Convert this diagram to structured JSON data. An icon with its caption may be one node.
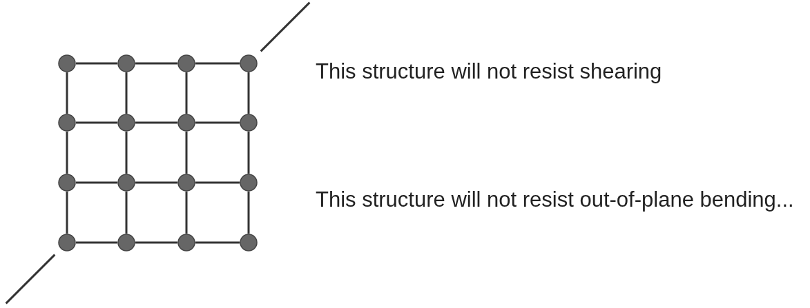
{
  "diagram": {
    "nodes": [
      {
        "text": [],
        "shape": "circle"
      },
      {
        "text": [],
        "shape": "circle"
      },
      {
        "text": [],
        "shape": "circle"
      },
      {
        "text": [],
        "shape": "circle"
      },
      {
        "text": [],
        "shape": "circle"
      },
      {
        "text": [],
        "shape": "circle"
      },
      {
        "text": [],
        "shape": "circle"
      },
      {
        "text": [],
        "shape": "circle"
      },
      {
        "text": [],
        "shape": "circle"
      },
      {
        "text": [],
        "shape": "circle"
      },
      {
        "text": [],
        "shape": "circle"
      },
      {
        "text": [],
        "shape": "circle"
      },
      {
        "text": [],
        "shape": "circle"
      },
      {
        "text": [],
        "shape": "circle"
      },
      {
        "text": [],
        "shape": "circle"
      },
      {
        "text": [],
        "shape": "circle"
      }
    ],
    "edges": [
      {
        "from": 0,
        "to": 1,
        "arrow": "none"
      },
      {
        "from": 1,
        "to": 2,
        "arrow": "none"
      },
      {
        "from": 2,
        "to": 3,
        "arrow": "none"
      },
      {
        "from": 4,
        "to": 5,
        "arrow": "none"
      },
      {
        "from": 5,
        "to": 6,
        "arrow": "none"
      },
      {
        "from": 6,
        "to": 7,
        "arrow": "none"
      },
      {
        "from": 8,
        "to": 9,
        "arrow": "none"
      },
      {
        "from": 9,
        "to": 10,
        "arrow": "none"
      },
      {
        "from": 10,
        "to": 11,
        "arrow": "none"
      },
      {
        "from": 12,
        "to": 13,
        "arrow": "none"
      },
      {
        "from": 13,
        "to": 14,
        "arrow": "none"
      },
      {
        "from": 14,
        "to": 15,
        "arrow": "none"
      },
      {
        "from": 0,
        "to": 4,
        "arrow": "none"
      },
      {
        "from": 4,
        "to": 8,
        "arrow": "none"
      },
      {
        "from": 8,
        "to": 12,
        "arrow": "none"
      },
      {
        "from": 1,
        "to": 5,
        "arrow": "none"
      },
      {
        "from": 5,
        "to": 9,
        "arrow": "none"
      },
      {
        "from": 9,
        "to": 13,
        "arrow": "none"
      },
      {
        "from": 2,
        "to": 6,
        "arrow": "none"
      },
      {
        "from": 6,
        "to": 10,
        "arrow": "none"
      },
      {
        "from": 10,
        "to": 14,
        "arrow": "none"
      },
      {
        "from": 3,
        "to": 7,
        "arrow": "none"
      },
      {
        "from": 7,
        "to": 11,
        "arrow": "none"
      },
      {
        "from": 11,
        "to": 15,
        "arrow": "none"
      },
      {
        "from": 3,
        "to": null,
        "arrow": "none"
      },
      {
        "from": 12,
        "to": null,
        "arrow": "none"
      }
    ],
    "labels": [
      "This structure will not resist shearing",
      "This structure will not resist out-of-plane bending..."
    ]
  }
}
